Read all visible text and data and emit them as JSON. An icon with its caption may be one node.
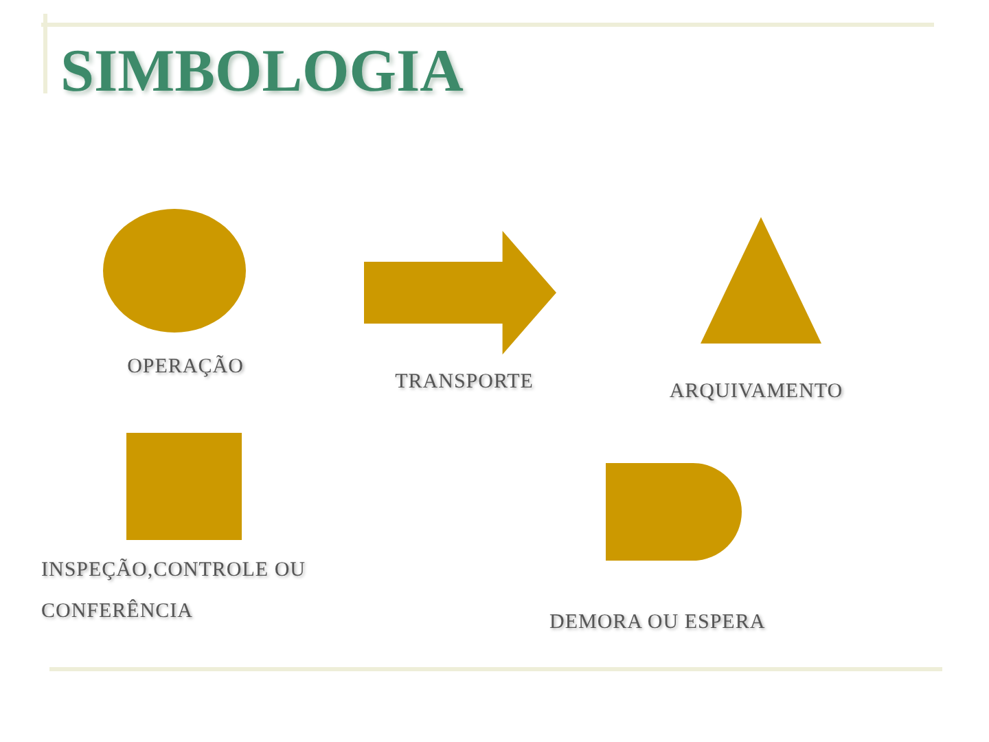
{
  "diagram": {
    "title": "SIMBOLOGIA",
    "nodes": [
      {
        "text": [
          "OPERAÇÃO"
        ]
      },
      {
        "text": [
          "TRANSPORTE"
        ]
      },
      {
        "text": [
          "ARQUIVAMENTO"
        ]
      },
      {
        "text": [
          "INSPEÇÃO,CONTROLE OU CONFERÊNCIA"
        ]
      },
      {
        "text": [
          "DEMORA OU ESPERA"
        ]
      }
    ]
  }
}
